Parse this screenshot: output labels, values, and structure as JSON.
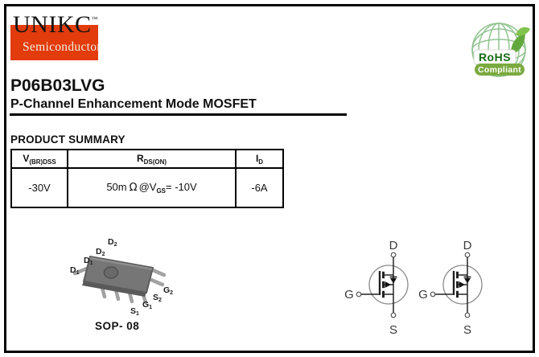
{
  "colors": {
    "accent_orange": "#E23B0C",
    "rohs_dark_green": "#166A16",
    "rohs_pill_green": "#7BAA40",
    "rohs_globe_green": "#93C493",
    "rohs_leaf_green": "#63A83C",
    "chip_gray": "#767676"
  },
  "logo": {
    "brand": "UNIKC",
    "trademark": "™",
    "tagline": "Semiconductor"
  },
  "rohs": {
    "title": "RoHS",
    "subtitle": "Compliant"
  },
  "header": {
    "part_number": "P06B03LVG",
    "subtitle": "P-Channel Enhancement Mode MOSFET"
  },
  "product_summary": {
    "title": "PRODUCT SUMMARY",
    "columns": [
      {
        "base": "V",
        "sub": "(BR)DSS"
      },
      {
        "base": "R",
        "sub": "DS(ON)"
      },
      {
        "base": "I",
        "sub": "D"
      }
    ],
    "row": {
      "vbrdss": "-30V",
      "rdson_value": "50m",
      "rdson_omega": "Ω",
      "rdson_at": "@V",
      "rdson_sub": "GS",
      "rdson_eq": "= -10V",
      "id": "-6A"
    }
  },
  "package": {
    "name": "SOP- 08",
    "pin_labels": [
      {
        "base": "D",
        "sub": "1"
      },
      {
        "base": "D",
        "sub": "1"
      },
      {
        "base": "D",
        "sub": "2"
      },
      {
        "base": "D",
        "sub": "2"
      },
      {
        "base": "S",
        "sub": "1"
      },
      {
        "base": "G",
        "sub": "1"
      },
      {
        "base": "S",
        "sub": "2"
      },
      {
        "base": "G",
        "sub": "2"
      }
    ]
  },
  "symbol": {
    "drain": "D",
    "gate": "G",
    "source": "S"
  }
}
